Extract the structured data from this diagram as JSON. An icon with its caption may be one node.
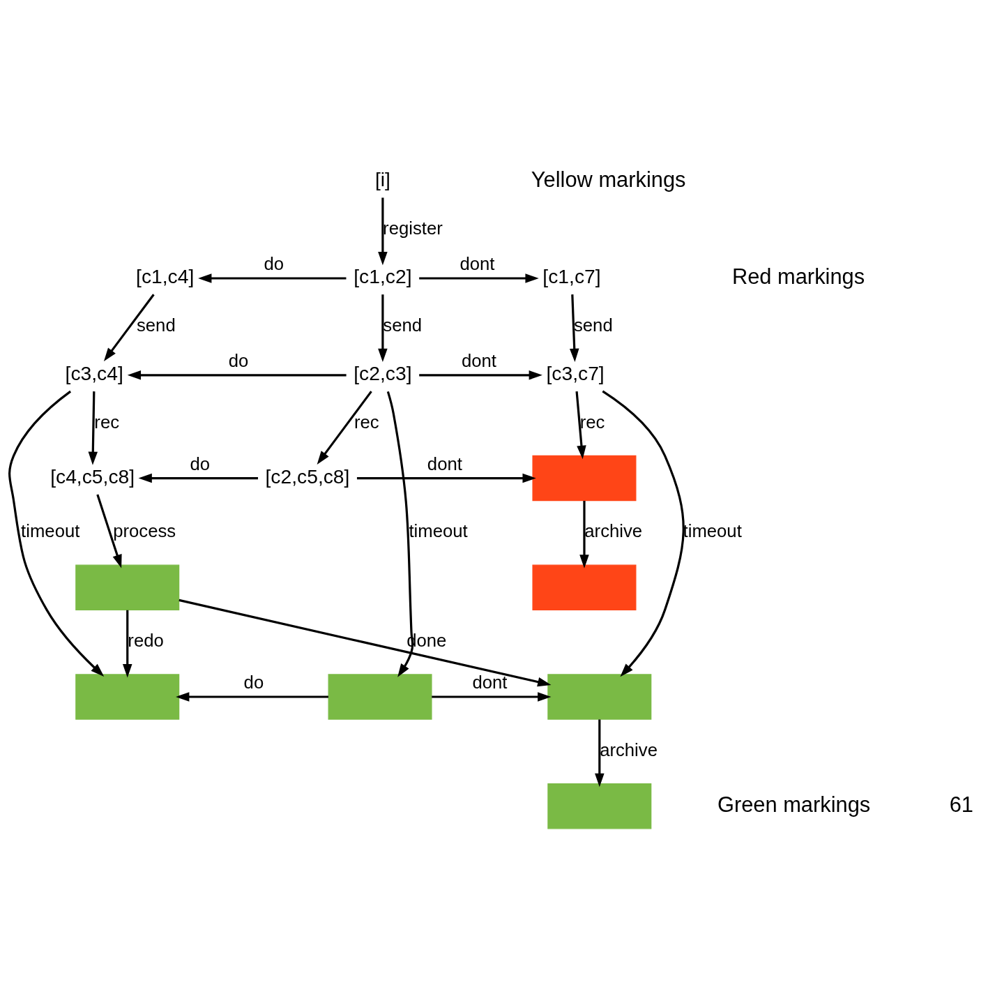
{
  "diagram": {
    "nodes": [
      {
        "text": [
          "[i]"
        ]
      },
      {
        "text": [
          "[c1,c2]"
        ]
      },
      {
        "text": [
          "[c1,c4]"
        ]
      },
      {
        "text": [
          "[c1,c7]"
        ]
      },
      {
        "text": [
          "[c3,c4]"
        ]
      },
      {
        "text": [
          "[c2,c3]"
        ]
      },
      {
        "text": [
          "[c3,c7]"
        ]
      },
      {
        "text": [
          "[c4,c5,c8]"
        ]
      },
      {
        "text": [
          "[c2,c5,c8]"
        ]
      },
      {
        "text": [],
        "shape": "box"
      },
      {
        "text": [],
        "shape": "box"
      },
      {
        "text": [],
        "shape": "box"
      },
      {
        "text": [],
        "shape": "box"
      },
      {
        "text": [],
        "shape": "box"
      },
      {
        "text": [],
        "shape": "box"
      },
      {
        "text": [],
        "shape": "box"
      }
    ],
    "edges": [
      {
        "from": 0,
        "to": 1,
        "arrow": "to",
        "label": "register"
      },
      {
        "from": 1,
        "to": 2,
        "arrow": "to",
        "label": "do"
      },
      {
        "from": 1,
        "to": 3,
        "arrow": "to",
        "label": "dont"
      },
      {
        "from": 2,
        "to": 4,
        "arrow": "to",
        "label": "send"
      },
      {
        "from": 1,
        "to": 5,
        "arrow": "to",
        "label": "send"
      },
      {
        "from": 3,
        "to": 6,
        "arrow": "to",
        "label": "send"
      },
      {
        "from": 5,
        "to": 4,
        "arrow": "to",
        "label": "do"
      },
      {
        "from": 5,
        "to": 6,
        "arrow": "to",
        "label": "dont"
      },
      {
        "from": 4,
        "to": 7,
        "arrow": "to",
        "label": "rec"
      },
      {
        "from": 5,
        "to": 8,
        "arrow": "to",
        "label": "rec"
      },
      {
        "from": 6,
        "to": 9,
        "arrow": "to",
        "label": "rec"
      },
      {
        "from": 8,
        "to": 7,
        "arrow": "to",
        "label": "do"
      },
      {
        "from": 8,
        "to": 9,
        "arrow": "to",
        "label": "dont"
      },
      {
        "from": 7,
        "to": 10,
        "arrow": "to",
        "label": "process"
      },
      {
        "from": 4,
        "to": 12,
        "arrow": "to",
        "label": "timeout"
      },
      {
        "from": 5,
        "to": 13,
        "arrow": "to",
        "label": "timeout"
      },
      {
        "from": 6,
        "to": 14,
        "arrow": "to",
        "label": "timeout"
      },
      {
        "from": 9,
        "to": 11,
        "arrow": "to",
        "label": "archive"
      },
      {
        "from": 10,
        "to": 12,
        "arrow": "to",
        "label": "redo"
      },
      {
        "from": 10,
        "to": 14,
        "arrow": "to",
        "label": "done"
      },
      {
        "from": 13,
        "to": 12,
        "arrow": "to",
        "label": "do"
      },
      {
        "from": 13,
        "to": 14,
        "arrow": "to",
        "label": "dont"
      },
      {
        "from": 14,
        "to": 15,
        "arrow": "to",
        "label": "archive"
      }
    ],
    "labels": [
      "Yellow markings",
      "Red markings",
      "Green markings",
      "61"
    ]
  }
}
